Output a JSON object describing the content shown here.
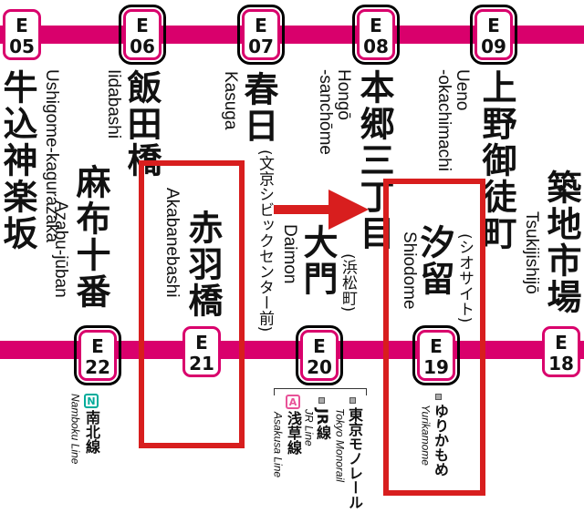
{
  "line_color": "#d9006c",
  "highlight_color": "#d81e1e",
  "stations": {
    "E05": {
      "code": "05",
      "line": "E",
      "kanji": "牛込神楽坂",
      "romaji": "Ushigome-kagurazaka"
    },
    "E06": {
      "code": "06",
      "line": "E",
      "kanji": "飯田橋",
      "romaji": "Iidabashi"
    },
    "E07": {
      "code": "07",
      "line": "E",
      "kanji": "春日",
      "romaji": "Kasuga",
      "subtitle": "(文京シビックセンター前)"
    },
    "E08": {
      "code": "08",
      "line": "E",
      "kanji": "本郷三丁目",
      "romaji": "Hongō\n-sanchōme"
    },
    "E09": {
      "code": "09",
      "line": "E",
      "kanji": "上野御徒町",
      "romaji": "Ueno\n-okachimachi"
    },
    "E18": {
      "code": "18",
      "line": "E",
      "kanji": "築地市場",
      "romaji": "Tsukijishijō"
    },
    "E19": {
      "code": "19",
      "line": "E",
      "kanji": "汐留",
      "romaji": "Shiodome",
      "subtitle": "(シオサイト)"
    },
    "E20": {
      "code": "20",
      "line": "E",
      "kanji": "大門",
      "romaji": "Daimon",
      "subtitle": "(浜松町)"
    },
    "E21": {
      "code": "21",
      "line": "E",
      "kanji": "赤羽橋",
      "romaji": "Akabanebashi"
    },
    "E22": {
      "code": "22",
      "line": "E",
      "kanji": "麻布十番",
      "romaji": "Azabu-jūban"
    }
  },
  "transfers": {
    "namboku": {
      "logo": "N",
      "name": "南北線",
      "romaji": "Namboku Line",
      "color": "#00ac9b"
    },
    "asakusa": {
      "logo": "A",
      "name": "浅草線",
      "romaji": "Asakusa Line",
      "color": "#e85298"
    },
    "jr": {
      "name": "JR線",
      "romaji": "JR Line"
    },
    "monorail": {
      "name": "東京モノレール",
      "romaji": "Tokyo Monorail"
    },
    "yurikamome": {
      "name": "ゆりかもめ",
      "romaji": "Yurikamome"
    }
  }
}
